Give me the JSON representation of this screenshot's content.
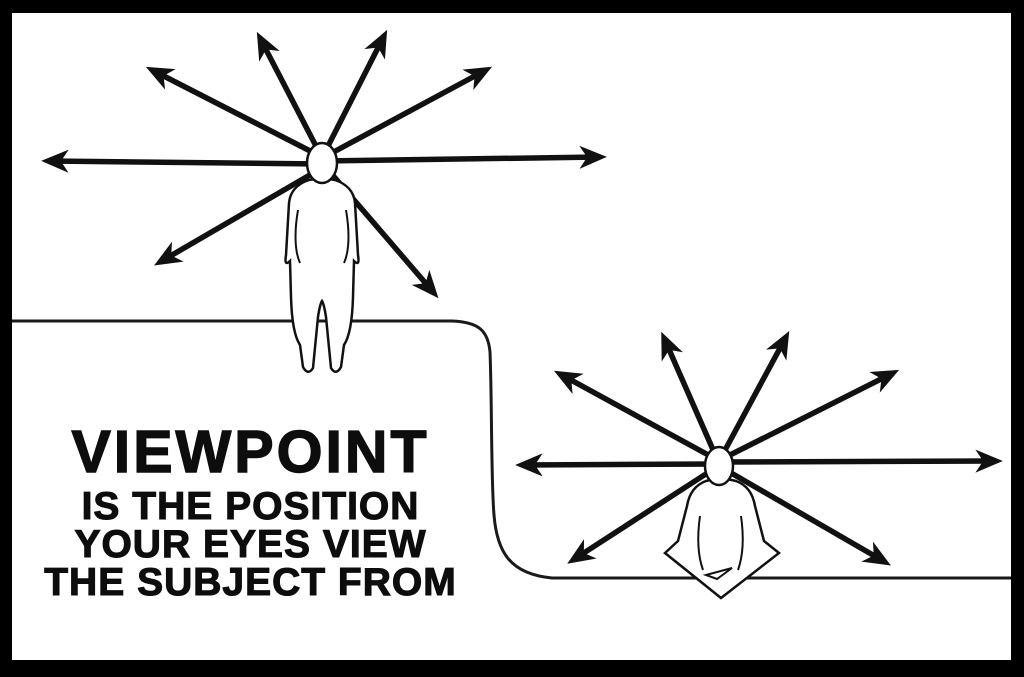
{
  "diagram": {
    "title": "VIEWPOINT",
    "subtitle_lines": [
      "IS THE POSITION",
      "YOUR EYES VIEW",
      "THE SUBJECT FROM"
    ],
    "colors": {
      "frame": "#000000",
      "canvas": "#ffffff",
      "ink": "#111111"
    },
    "icons": [
      "standing-person-figure",
      "seated-person-figure",
      "radiating-view-arrow"
    ]
  }
}
